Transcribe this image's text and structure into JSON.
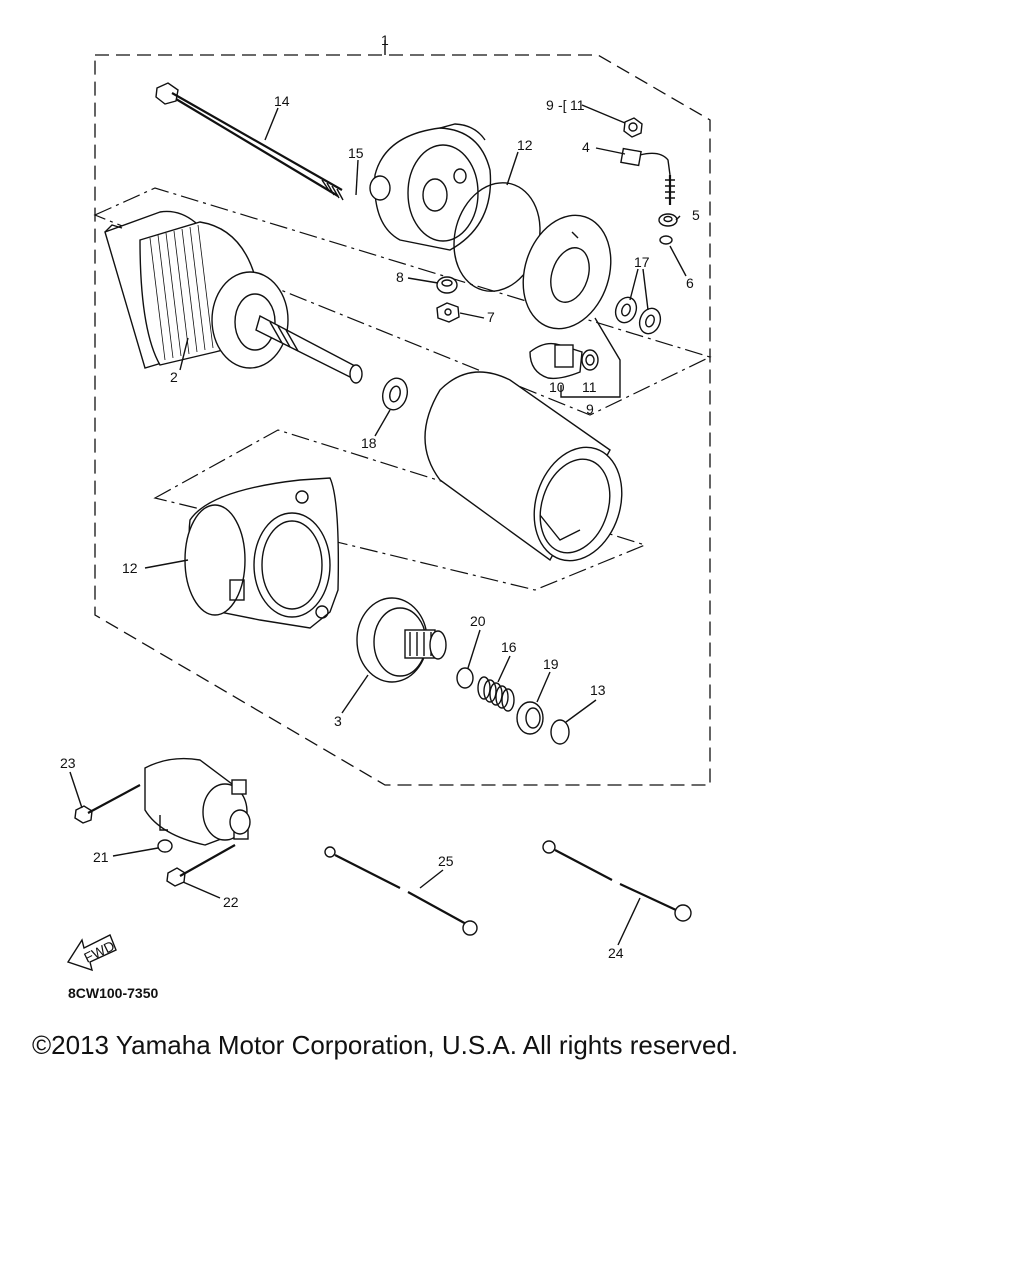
{
  "diagram": {
    "part_code": "8CW100-7350",
    "fwd_label": "FWD",
    "labels": {
      "p1": "1",
      "p2": "2",
      "p3": "3",
      "p4": "4",
      "p5": "5",
      "p6": "6",
      "p7": "7",
      "p8": "8",
      "p9_top": "9",
      "p11_top": "11",
      "p10": "10",
      "p11": "11",
      "p9": "9",
      "p12_top": "12",
      "p12_left": "12",
      "p13": "13",
      "p14": "14",
      "p15": "15",
      "p16": "16",
      "p17": "17",
      "p18": "18",
      "p19": "19",
      "p20": "20",
      "p21": "21",
      "p22": "22",
      "p23": "23",
      "p24": "24",
      "p25": "25"
    }
  },
  "footer": {
    "copyright": "©2013 Yamaha Motor Corporation, U.S.A. All rights reserved."
  }
}
